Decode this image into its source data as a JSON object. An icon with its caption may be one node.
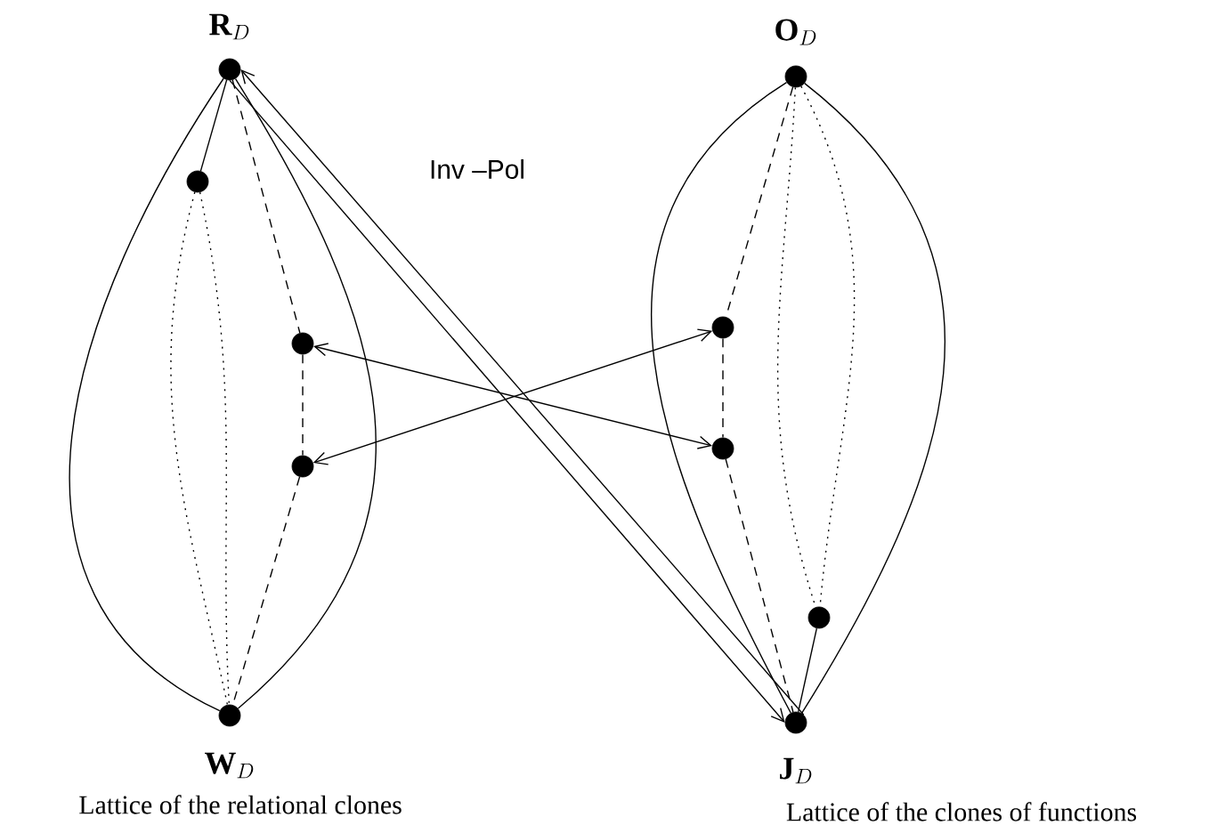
{
  "diagram": {
    "nodes": [
      {
        "text": [],
        "shape": "circle",
        "beside": [
          "\\mathbf{R}_D"
        ]
      },
      {
        "text": [],
        "shape": "circle"
      },
      {
        "text": [],
        "shape": "circle"
      },
      {
        "text": [],
        "shape": "circle"
      },
      {
        "text": [],
        "shape": "circle",
        "beside": [
          "\\mathbf{W}_D"
        ]
      },
      {
        "text": [],
        "shape": "circle",
        "beside": [
          "\\mathbf{O}_D"
        ]
      },
      {
        "text": [],
        "shape": "circle"
      },
      {
        "text": [],
        "shape": "circle"
      },
      {
        "text": [],
        "shape": "circle"
      },
      {
        "text": [],
        "shape": "circle",
        "beside": [
          "\\mathbf{J}_D"
        ]
      }
    ],
    "edges": [
      {
        "from": 0,
        "to": 4,
        "arrow": "none"
      },
      {
        "from": 0,
        "to": 4,
        "arrow": "none"
      },
      {
        "from": 0,
        "to": 1,
        "arrow": "none"
      },
      {
        "from": 1,
        "to": 4,
        "arrow": "none",
        "style": "dashed"
      },
      {
        "from": 1,
        "to": 4,
        "arrow": "none",
        "style": "dashed"
      },
      {
        "from": 0,
        "to": 2,
        "arrow": "none",
        "style": "dashed"
      },
      {
        "from": 2,
        "to": 3,
        "arrow": "none",
        "style": "dashed"
      },
      {
        "from": 3,
        "to": 4,
        "arrow": "none",
        "style": "dashed"
      },
      {
        "from": 5,
        "to": 9,
        "arrow": "none"
      },
      {
        "from": 5,
        "to": 9,
        "arrow": "none"
      },
      {
        "from": 5,
        "to": 6,
        "arrow": "none",
        "style": "dashed"
      },
      {
        "from": 6,
        "to": 7,
        "arrow": "none",
        "style": "dashed"
      },
      {
        "from": 7,
        "to": 9,
        "arrow": "none",
        "style": "dashed"
      },
      {
        "from": 5,
        "to": 8,
        "arrow": "none",
        "style": "dashed"
      },
      {
        "from": 5,
        "to": 8,
        "arrow": "none",
        "style": "dashed"
      },
      {
        "from": 8,
        "to": 9,
        "arrow": "none"
      },
      {
        "from": 0,
        "to": 9,
        "arrow": "to"
      },
      {
        "from": 9,
        "to": 0,
        "arrow": "to"
      },
      {
        "from": 2,
        "to": 7,
        "arrow": "both"
      },
      {
        "from": 3,
        "to": 6,
        "arrow": "both"
      }
    ],
    "labels": [
      "Inv –Pol",
      "Lattice of the relational clones",
      "Lattice of the clones of functions"
    ]
  }
}
